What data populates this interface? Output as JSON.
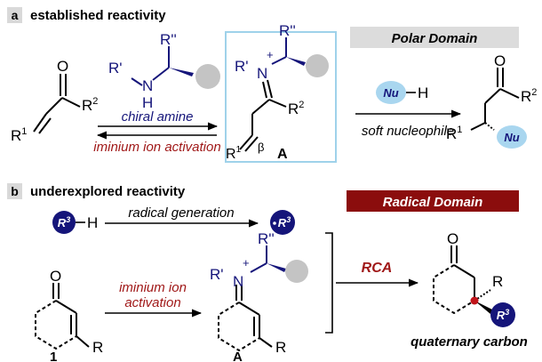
{
  "section_a": {
    "letter": "a",
    "title": "established reactivity",
    "domain_label": "Polar Domain",
    "catalyst_label": "chiral amine",
    "activation_label": "iminium ion activation",
    "nucleophile_condition": "soft nucleophile",
    "nu_label": "Nu",
    "h_label": "H",
    "intermediate_label": "A",
    "beta_label": "β"
  },
  "section_b": {
    "letter": "b",
    "title": "underexplored reactivity",
    "domain_label": "Radical Domain",
    "radical_generation_label": "radical generation",
    "activation_line1": "iminium ion",
    "activation_line2": "activation",
    "rca_label": "RCA",
    "product_label": "quaternary carbon",
    "compound_label": "1",
    "intermediate_label": "A",
    "r3_label": "R",
    "r3_sup": "3"
  },
  "atoms": {
    "O": "O",
    "R": "R",
    "R1": "R",
    "R2": "R",
    "sup1": "1",
    "sup2": "2",
    "R_prime": "R'",
    "R_dprime": "R''",
    "N": "N",
    "H": "H",
    "plus": "+"
  },
  "colors": {
    "navy": "#15157a",
    "dark_red": "#8b0d0d",
    "red_text": "#a01818",
    "light_blue": "#a9d6ef",
    "box_border": "#9fd2ea",
    "gray_circle": "#c4c4c4",
    "polar_banner": "#dcdcdc",
    "radical_banner": "#8b0d0d"
  }
}
